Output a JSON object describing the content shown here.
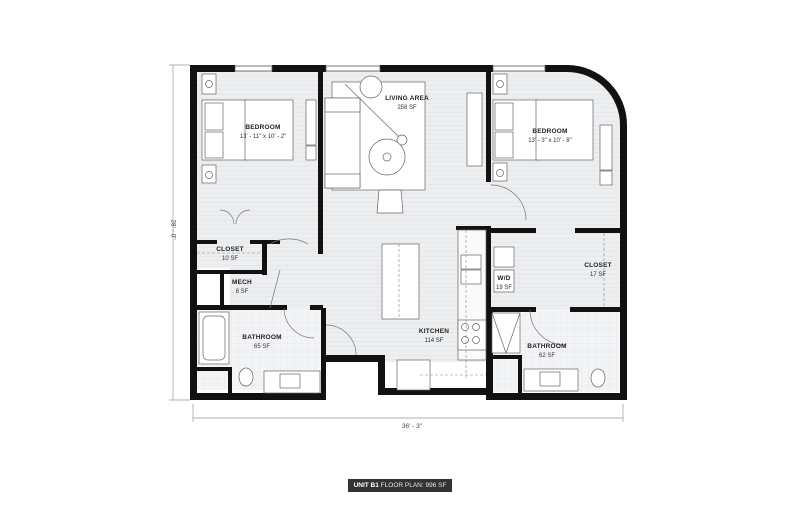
{
  "plan": {
    "title": "UNIT B1",
    "subtitle": "FLOOR PLAN: 996 SF",
    "dimensions": {
      "width": "36' - 3\"",
      "height": "28' - 0\""
    },
    "rooms": [
      {
        "id": "bedroom-1",
        "name": "BEDROOM",
        "size": "13' - 11\" x 10' - 2\""
      },
      {
        "id": "living-area",
        "name": "LIVING AREA",
        "size": "258 SF"
      },
      {
        "id": "bedroom-2",
        "name": "BEDROOM",
        "size": "13' - 3\" x 10' - 8\""
      },
      {
        "id": "closet-1",
        "name": "CLOSET",
        "size": "10 SF"
      },
      {
        "id": "mech",
        "name": "MECH",
        "size": "8 SF"
      },
      {
        "id": "bathroom-1",
        "name": "BATHROOM",
        "size": "65 SF"
      },
      {
        "id": "kitchen",
        "name": "KITCHEN",
        "size": "114 SF"
      },
      {
        "id": "wd",
        "name": "W/D",
        "size": "19 SF"
      },
      {
        "id": "closet-2",
        "name": "CLOSET",
        "size": "17 SF"
      },
      {
        "id": "bathroom-2",
        "name": "BATHROOM",
        "size": "62 SF"
      }
    ],
    "colors": {
      "wall": "#111111",
      "floor_wood": "#eceef0",
      "floor_tile": "#f2f3f5",
      "fixture_line": "#666666",
      "caption_bg": "#333333"
    }
  }
}
